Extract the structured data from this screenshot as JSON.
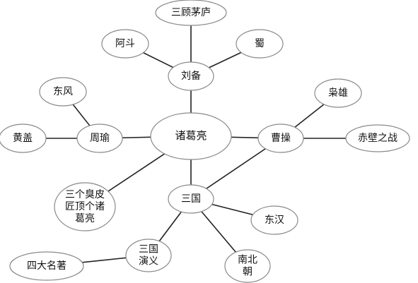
{
  "diagram": {
    "nodes": [
      {
        "id": "zhugeliang",
        "lines": [
          "诸葛亮"
        ]
      },
      {
        "id": "liubei",
        "lines": [
          "刘备"
        ]
      },
      {
        "id": "sangumaolu",
        "lines": [
          "三顾茅庐"
        ]
      },
      {
        "id": "adou",
        "lines": [
          "阿斗"
        ]
      },
      {
        "id": "shu",
        "lines": [
          "蜀"
        ]
      },
      {
        "id": "zhouyu",
        "lines": [
          "周瑜"
        ]
      },
      {
        "id": "dongfeng",
        "lines": [
          "东风"
        ]
      },
      {
        "id": "huanggai",
        "lines": [
          "黄盖"
        ]
      },
      {
        "id": "caocao",
        "lines": [
          "曹操"
        ]
      },
      {
        "id": "xiaoxiong",
        "lines": [
          "枭雄"
        ]
      },
      {
        "id": "chibi",
        "lines": [
          "赤壁之战"
        ]
      },
      {
        "id": "sanguo",
        "lines": [
          "三国"
        ]
      },
      {
        "id": "choupijiang",
        "lines": [
          "三个臭皮",
          "匠顶个诸",
          "葛亮"
        ]
      },
      {
        "id": "donghan",
        "lines": [
          "东汉"
        ]
      },
      {
        "id": "nanbeichao",
        "lines": [
          "南北",
          "朝"
        ]
      },
      {
        "id": "sanguoyanyi",
        "lines": [
          "三国",
          "演义"
        ]
      },
      {
        "id": "sidamingzhu",
        "lines": [
          "四大名著"
        ]
      }
    ],
    "edges": [
      [
        "zhugeliang",
        "liubei"
      ],
      [
        "liubei",
        "sangumaolu"
      ],
      [
        "liubei",
        "adou"
      ],
      [
        "liubei",
        "shu"
      ],
      [
        "zhugeliang",
        "zhouyu"
      ],
      [
        "zhouyu",
        "dongfeng"
      ],
      [
        "zhouyu",
        "huanggai"
      ],
      [
        "zhugeliang",
        "caocao"
      ],
      [
        "caocao",
        "xiaoxiong"
      ],
      [
        "caocao",
        "chibi"
      ],
      [
        "caocao",
        "sanguo"
      ],
      [
        "zhugeliang",
        "choupijiang"
      ],
      [
        "zhugeliang",
        "sanguo"
      ],
      [
        "sanguo",
        "donghan"
      ],
      [
        "sanguo",
        "nanbeichao"
      ],
      [
        "sanguo",
        "sanguoyanyi"
      ],
      [
        "sanguoyanyi",
        "sidamingzhu"
      ]
    ]
  }
}
